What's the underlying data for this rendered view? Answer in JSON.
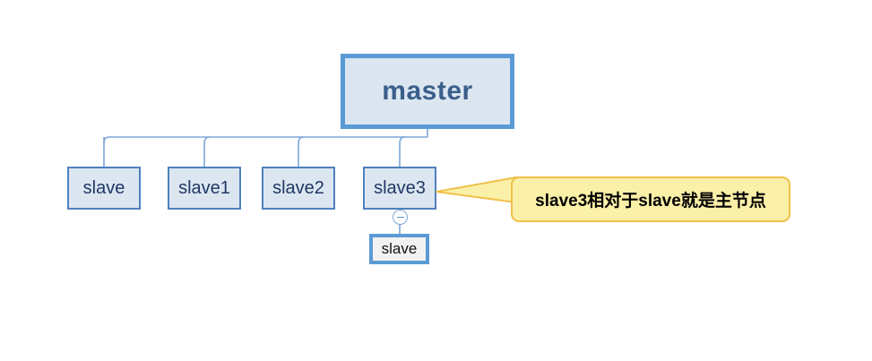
{
  "diagram": {
    "title_node": {
      "label": "master"
    },
    "slaves": [
      {
        "label": "slave"
      },
      {
        "label": "slave1"
      },
      {
        "label": "slave2"
      },
      {
        "label": "slave3"
      }
    ],
    "child_node": {
      "label": "slave"
    },
    "callout": {
      "text": "slave3相对于slave就是主节点"
    },
    "colors": {
      "node_fill": "#dce6f1",
      "node_border": "#4f81bd",
      "master_border": "#5b9bd5",
      "master_text": "#3a5f8a",
      "slave_text": "#1f3864",
      "child_fill": "#f2f2f2",
      "callout_fill": "#fbf0a8",
      "callout_border": "#f0c04a",
      "connector": "#7da7d9",
      "background": "#ffffff"
    }
  }
}
